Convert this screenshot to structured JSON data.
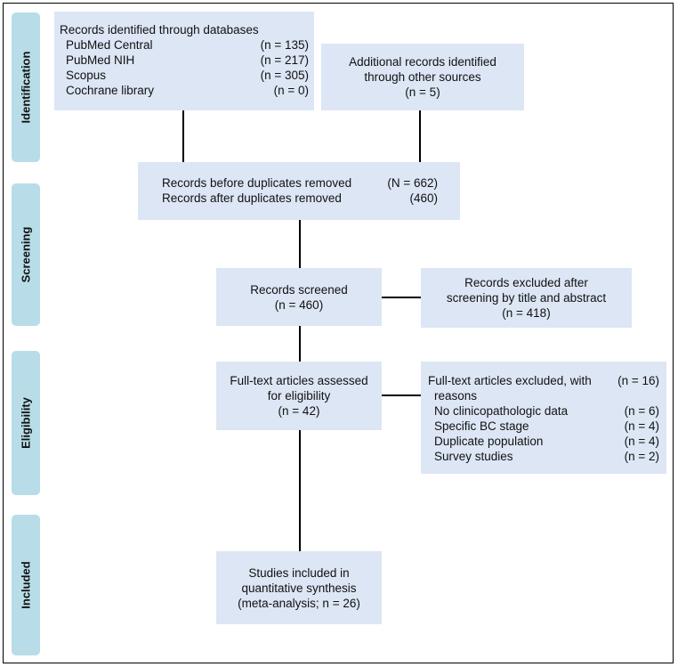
{
  "stages": {
    "identification": "Identification",
    "screening": "Screening",
    "eligibility": "Eligibility",
    "included": "Included"
  },
  "databases": {
    "title": "Records identified through databases",
    "items": [
      {
        "label": "PubMed Central",
        "count": "(n = 135)"
      },
      {
        "label": "PubMed NIH",
        "count": "(n = 217)"
      },
      {
        "label": "Scopus",
        "count": "(n = 305)"
      },
      {
        "label": "Cochrane library",
        "count": "(n = 0)"
      }
    ]
  },
  "additional": {
    "line1": "Additional records identified",
    "line2": "through other sources",
    "line3": "(n = 5)"
  },
  "duplicates": {
    "before_label": "Records before duplicates removed",
    "before_count": "(N = 662)",
    "after_label": "Records after duplicates removed",
    "after_count": "(460)"
  },
  "screened": {
    "line1": "Records screened",
    "line2": "(n = 460)"
  },
  "excluded_screen": {
    "line1": "Records excluded after",
    "line2": "screening by title and abstract",
    "line3": "(n = 418)"
  },
  "fulltext": {
    "line1": "Full-text articles assessed",
    "line2": "for eligibility",
    "line3": "(n = 42)"
  },
  "fulltext_excluded": {
    "title": "Full-text articles excluded, with",
    "title_count": "(n = 16)",
    "title2": "reasons",
    "items": [
      {
        "label": "No clinicopathologic data",
        "count": "(n = 6)"
      },
      {
        "label": "Specific BC stage",
        "count": "(n = 4)"
      },
      {
        "label": "Duplicate population",
        "count": "(n = 4)"
      },
      {
        "label": "Survey studies",
        "count": "(n = 2)"
      }
    ]
  },
  "included": {
    "line1": "Studies included in",
    "line2": "quantitative synthesis",
    "line3": "(meta-analysis; n = 26)"
  }
}
